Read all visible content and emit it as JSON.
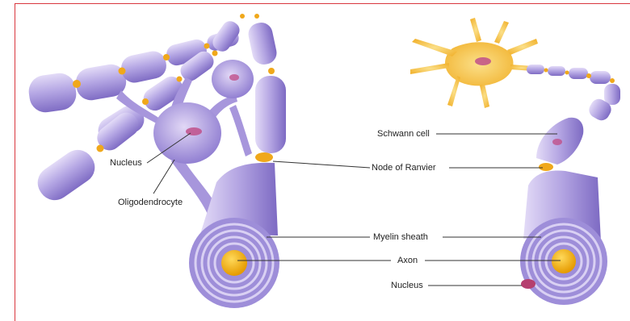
{
  "colors": {
    "myelin_light": "#d7cdf1",
    "myelin_mid": "#a596dc",
    "myelin_dark": "#7b68c2",
    "node": "#f0a81b",
    "axon": "#f7b10d",
    "nucleus": "#c0508a",
    "neuron_body": "#f6c24a",
    "frame": "#d9363e",
    "leader": "#333333"
  },
  "labels": {
    "nucleus_left": "Nucleus",
    "oligodendrocyte": "Oligodendrocyte",
    "schwann_cell": "Schwann cell",
    "node_of_ranvier": "Node of Ranvier",
    "myelin_sheath": "Myelin sheath",
    "axon": "Axon",
    "nucleus_right": "Nucleus"
  }
}
